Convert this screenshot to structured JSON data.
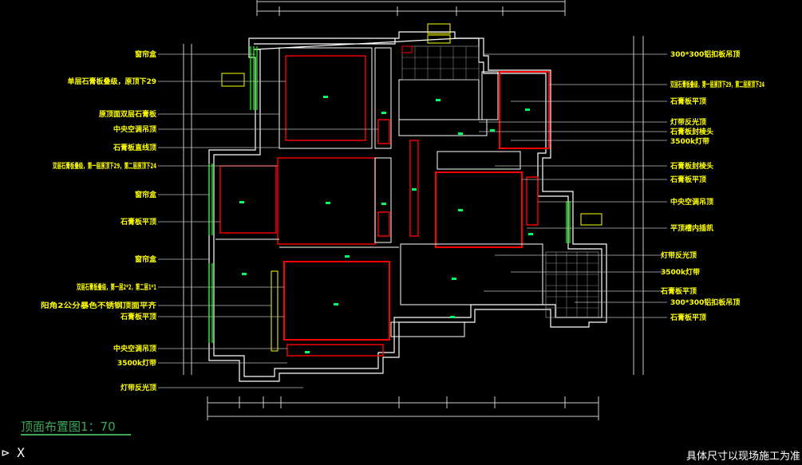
{
  "drawing": {
    "title": "顶面布置图1：70",
    "note": "具体尺寸以现场施工为准",
    "ucs_glyph": "⊳ X"
  },
  "labels_left": [
    "窗帘盒",
    "单层石膏板叠级，原顶下29",
    "原顶面双层石膏板",
    "中央空调吊顶",
    "石膏板直线顶",
    "双层石膏板叠级，第一层原顶下29，第二层原顶下24",
    "窗帘盒",
    "石膏板平顶",
    "窗帘盒",
    "双层石膏板叠级，第一层2*2，第二层1*1",
    "阳角2公分暴色不锈钢顶面平齐",
    "石膏板平顶",
    "中央空调吊顶",
    "3500k灯带",
    "灯带反光顶"
  ],
  "labels_right": [
    "300*300铝扣板吊顶",
    "双层石膏板叠级，第一层原顶下29，第二层原顶下24",
    "石膏板平顶",
    "灯带反光顶",
    "石膏板封棱头",
    "3500k灯带",
    "石膏板封棱头",
    "石膏板平顶",
    "中央空调吊顶",
    "平顶槽内插凯",
    "灯带反光顶",
    "3500k灯带",
    "石膏板平顶",
    "300*300铝扣板吊顶",
    "石膏板平顶"
  ],
  "colors": {
    "background": "#000000",
    "wall": "#ffffff",
    "ceiling_outline": "#ff0000",
    "annotation_text": "#ffff00",
    "window": "#00ff00",
    "title": "#3aa856"
  }
}
